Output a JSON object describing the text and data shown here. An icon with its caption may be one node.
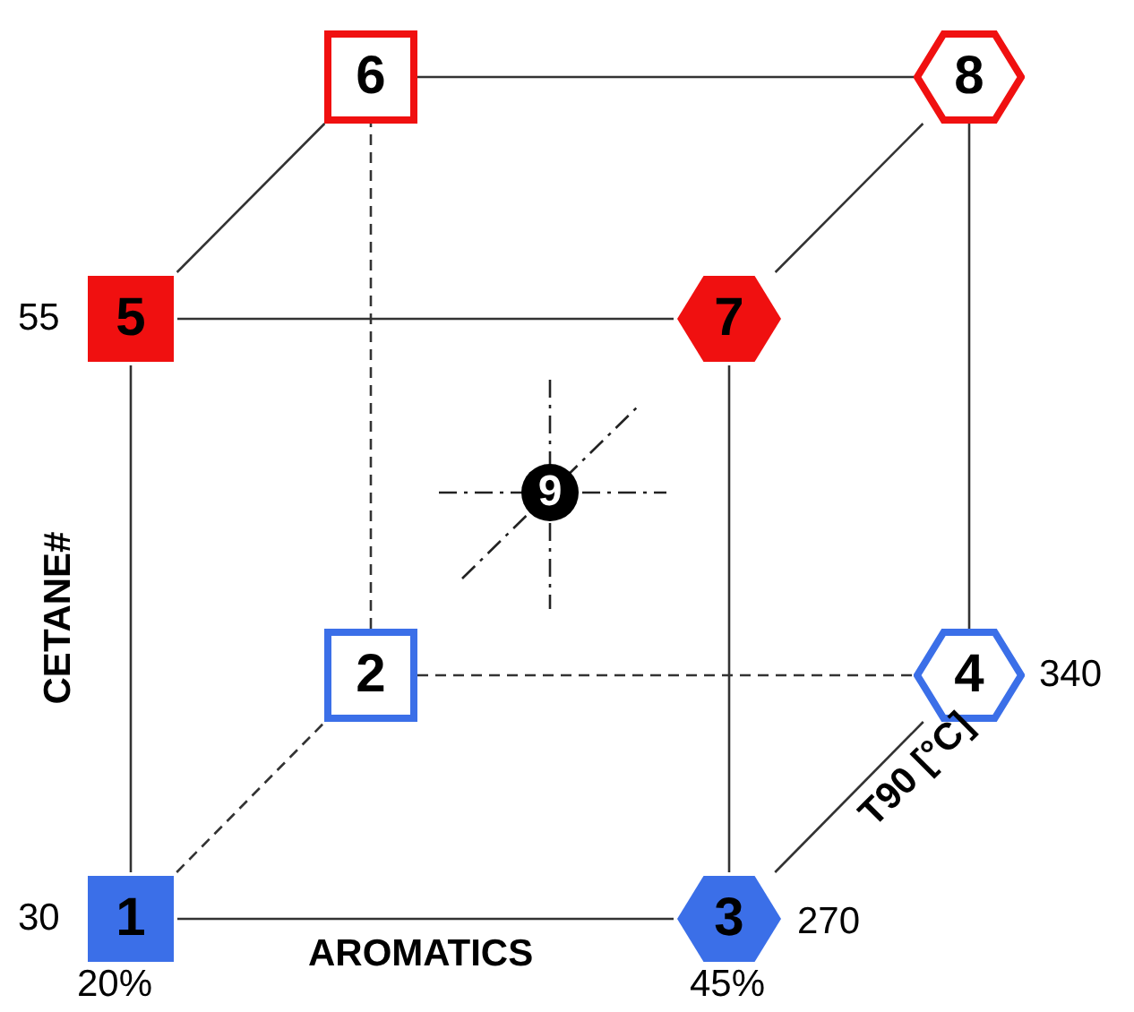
{
  "diagram": {
    "nodes": [
      {
        "text": [
          "1"
        ]
      },
      {
        "text": [
          "2"
        ]
      },
      {
        "text": [
          "3"
        ]
      },
      {
        "text": [
          "4"
        ]
      },
      {
        "text": [
          "5"
        ]
      },
      {
        "text": [
          "6"
        ]
      },
      {
        "text": [
          "7"
        ]
      },
      {
        "text": [
          "8"
        ]
      },
      {
        "text": [
          "9"
        ]
      }
    ],
    "edges": [
      {
        "from": 0,
        "to": 2,
        "arrow": "none"
      },
      {
        "from": 0,
        "to": 4,
        "arrow": "none"
      },
      {
        "from": 2,
        "to": 6,
        "arrow": "none"
      },
      {
        "from": 4,
        "to": 6,
        "arrow": "none"
      },
      {
        "from": 4,
        "to": 5,
        "arrow": "none"
      },
      {
        "from": 6,
        "to": 7,
        "arrow": "none"
      },
      {
        "from": 5,
        "to": 7,
        "arrow": "none"
      },
      {
        "from": 7,
        "to": 3,
        "arrow": "none"
      },
      {
        "from": 2,
        "to": 3,
        "arrow": "none"
      },
      {
        "from": 0,
        "to": 1,
        "arrow": "none",
        "style": "dashed"
      },
      {
        "from": 1,
        "to": 3,
        "arrow": "none",
        "style": "dashed"
      },
      {
        "from": 1,
        "to": 5,
        "arrow": "none",
        "style": "dashed"
      }
    ],
    "labels": [
      "55",
      "CETANE#",
      "340",
      "T90 [°C]",
      "30",
      "AROMATICS",
      "270",
      "20%",
      "45%"
    ]
  }
}
